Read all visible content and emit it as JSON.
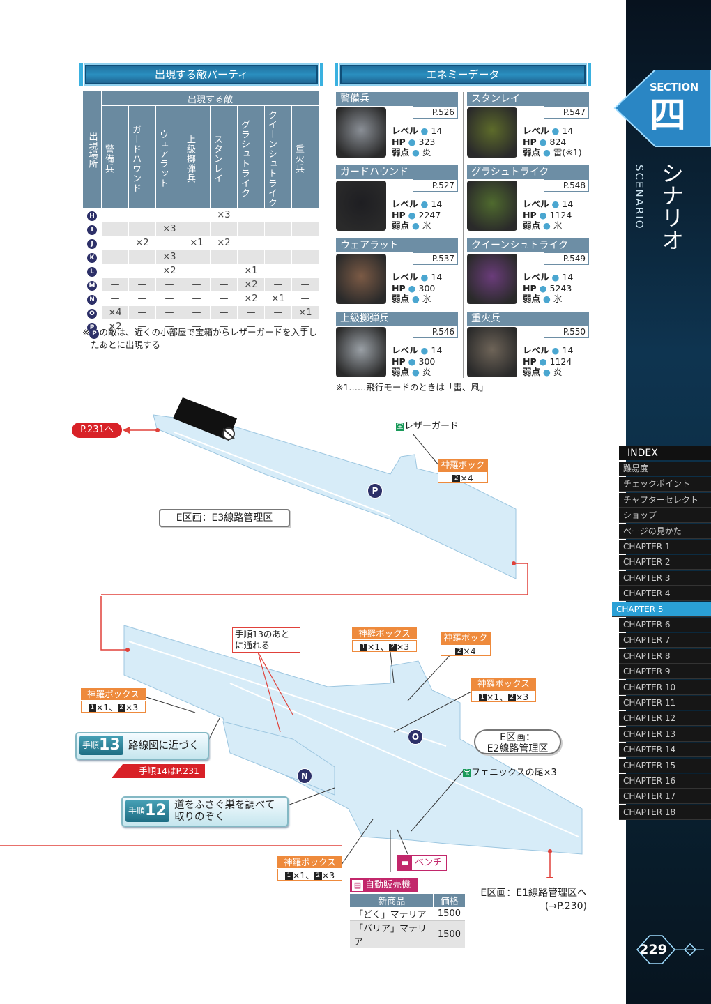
{
  "party_section": {
    "title": "出現する敵パーティ",
    "top_header": "出現する敵",
    "location_header": "出現場所",
    "enemies": [
      "警備兵",
      "ガードハウンド",
      "ウェアラット",
      "上級擲弾兵",
      "スタンレイ",
      "グラシュトライク",
      "クイーンシュトライク",
      "重火兵"
    ],
    "rows": [
      {
        "loc": "H",
        "cells": [
          "—",
          "—",
          "—",
          "—",
          "×3",
          "—",
          "—",
          "—"
        ]
      },
      {
        "loc": "I",
        "cells": [
          "—",
          "—",
          "×3",
          "—",
          "—",
          "—",
          "—",
          "—"
        ]
      },
      {
        "loc": "J",
        "cells": [
          "—",
          "×2",
          "—",
          "×1",
          "×2",
          "—",
          "—",
          "—"
        ]
      },
      {
        "loc": "K",
        "cells": [
          "—",
          "—",
          "×3",
          "—",
          "—",
          "—",
          "—",
          "—"
        ]
      },
      {
        "loc": "L",
        "cells": [
          "—",
          "—",
          "×2",
          "—",
          "—",
          "×1",
          "—",
          "—"
        ]
      },
      {
        "loc": "M",
        "cells": [
          "—",
          "—",
          "—",
          "—",
          "—",
          "×2",
          "—",
          "—"
        ]
      },
      {
        "loc": "N",
        "cells": [
          "—",
          "—",
          "—",
          "—",
          "—",
          "×2",
          "×1",
          "—"
        ]
      },
      {
        "loc": "O",
        "cells": [
          "×4",
          "—",
          "—",
          "—",
          "—",
          "—",
          "—",
          "×1"
        ]
      },
      {
        "loc": "P",
        "cells": [
          "×2",
          "—",
          "—",
          "—",
          "—",
          "—",
          "—",
          "—"
        ]
      }
    ],
    "note_prefix": "※",
    "note_pin": "P",
    "note_line1": "の敵は、近くの小部屋で宝箱からレザーガードを入手し",
    "note_line2": "たあとに出現する"
  },
  "enemy_section": {
    "title": "エネミーデータ",
    "label_level": "レベル",
    "label_hp": "HP",
    "label_weak": "弱点",
    "cards": [
      {
        "name": "警備兵",
        "page": "P.526",
        "level": "14",
        "hp": "323",
        "weak": "炎",
        "color": "#8a8f96"
      },
      {
        "name": "スタンレイ",
        "page": "P.547",
        "level": "14",
        "hp": "824",
        "weak": "雷(※1)",
        "color": "#5d6b2a"
      },
      {
        "name": "ガードハウンド",
        "page": "P.527",
        "level": "14",
        "hp": "2247",
        "weak": "氷",
        "color": "#1e1e22"
      },
      {
        "name": "グラシュトライク",
        "page": "P.548",
        "level": "14",
        "hp": "1124",
        "weak": "氷",
        "color": "#4f6a2e"
      },
      {
        "name": "ウェアラット",
        "page": "P.537",
        "level": "14",
        "hp": "300",
        "weak": "氷",
        "color": "#7b5a45"
      },
      {
        "name": "クイーンシュトライク",
        "page": "P.549",
        "level": "14",
        "hp": "5243",
        "weak": "氷",
        "color": "#6a3c7a"
      },
      {
        "name": "上級擲弾兵",
        "page": "P.546",
        "level": "14",
        "hp": "300",
        "weak": "炎",
        "color": "#9aa0a6"
      },
      {
        "name": "重火兵",
        "page": "P.550",
        "level": "14",
        "hp": "1124",
        "weak": "炎",
        "color": "#6e6458"
      }
    ],
    "footnote": "※1……飛行モードのときは「雷、風」"
  },
  "map": {
    "link_prev": "P.231へ",
    "area_e3": "E区画：E3線路管理区",
    "area_e2_line1": "E区画：",
    "area_e2_line2": "E2線路管理区",
    "treasure_icon": "宝",
    "leather_guard": "レザーガード",
    "phoenix": "フェニックスの尾×3",
    "box_label": "神羅ボックス",
    "box_top_right": {
      "n2": "2",
      "t2": "×4"
    },
    "box_a": {
      "n1": "1",
      "t1": "×1、",
      "n2": "2",
      "t2": "×3"
    },
    "box_b": {
      "n2": "2",
      "t2": "×4"
    },
    "box_c": {
      "n1": "1",
      "t1": "×1、",
      "n2": "2",
      "t2": "×3"
    },
    "box_left": {
      "n1": "1",
      "t1": "×1、",
      "n2": "2",
      "t2": "×3"
    },
    "box_bottom": {
      "n1": "1",
      "t1": "×1、",
      "n2": "2",
      "t2": "×3"
    },
    "after13_line1": "手順13のあと",
    "after13_line2": "に通れる",
    "step13": {
      "prefix": "手順",
      "num": "13",
      "text": "路線図に近づく"
    },
    "step14_note": "手順14はP.231",
    "step12": {
      "prefix": "手順",
      "num": "12",
      "text1": "道をふさぐ巣を調べて",
      "text2": "取りのぞく"
    },
    "pins": {
      "p": "P",
      "o": "O",
      "n": "N"
    },
    "bench": "ベンチ",
    "vending_title": "自動販売機",
    "vending_headers": [
      "新商品",
      "価格"
    ],
    "vending_rows": [
      {
        "item": "「どく」マテリア",
        "price": "1500"
      },
      {
        "item": "「バリア」マテリア",
        "price": "1500"
      }
    ],
    "exit_line1": "E区画：E1線路管理区へ",
    "exit_line2": "(→P.230)"
  },
  "sidebar": {
    "section_label": "SECTION",
    "section_kanji": "四",
    "scenario_jp": "シナリオ",
    "scenario_en": "SCENARIO",
    "index_title": "INDEX",
    "items": [
      "難易度",
      "チェックポイント",
      "チャプターセレクト",
      "ショップ",
      "ページの見かた",
      "CHAPTER 1",
      "CHAPTER 2",
      "CHAPTER 3",
      "CHAPTER 4",
      "CHAPTER 5",
      "CHAPTER 6",
      "CHAPTER 7",
      "CHAPTER 8",
      "CHAPTER 9",
      "CHAPTER 10",
      "CHAPTER 11",
      "CHAPTER 12",
      "CHAPTER 13",
      "CHAPTER 14",
      "CHAPTER 15",
      "CHAPTER 16",
      "CHAPTER 17",
      "CHAPTER 18"
    ],
    "active_index": 9,
    "page_number": "229"
  }
}
